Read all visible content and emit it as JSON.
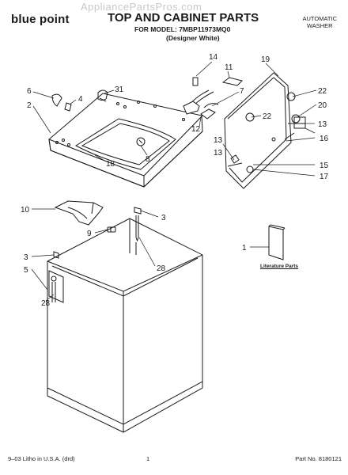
{
  "header": {
    "brand": "blue point",
    "watermark": "AppliancePartsPros.com",
    "title": "TOP AND CABINET PARTS",
    "model_line": "FOR MODEL: 7MBP11973MQ0",
    "variant": "(Designer White)",
    "product_type_line1": "AUTOMATIC",
    "product_type_line2": "WASHER"
  },
  "diagram": {
    "literature_label": "Literature Parts",
    "callouts": [
      "14",
      "11",
      "19",
      "6",
      "31",
      "4",
      "2",
      "7",
      "22",
      "20",
      "22",
      "12",
      "13",
      "13",
      "16",
      "8",
      "18",
      "13",
      "15",
      "17",
      "10",
      "3",
      "9",
      "28",
      "1",
      "3",
      "5",
      "28"
    ]
  },
  "footer": {
    "litho": "9–03 Litho in U.S.A. (drd)",
    "page": "1",
    "part_number": "Part No. 8180121"
  },
  "colors": {
    "ink": "#1a1a1a",
    "background": "#ffffff",
    "watermark": "#c8c8c8"
  }
}
